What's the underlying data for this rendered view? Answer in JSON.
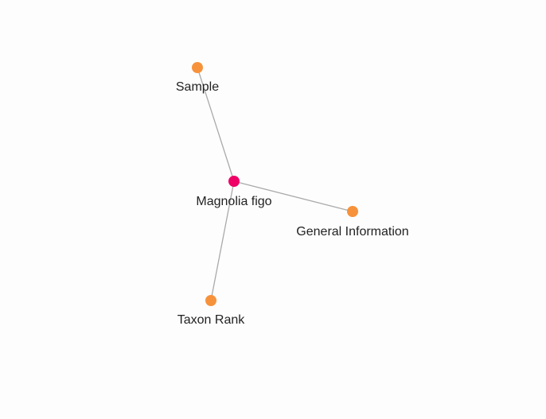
{
  "graph": {
    "nodes": [
      {
        "id": "center",
        "label": "Magnolia figo",
        "role": "focus",
        "color": "#ee0066"
      },
      {
        "id": "sample",
        "label": "Sample",
        "role": "related",
        "color": "#f7923c"
      },
      {
        "id": "general",
        "label": "General Information",
        "role": "related",
        "color": "#f7923c"
      },
      {
        "id": "taxon",
        "label": "Taxon Rank",
        "role": "related",
        "color": "#f7923c"
      }
    ],
    "edges": [
      {
        "from": "center",
        "to": "sample"
      },
      {
        "from": "center",
        "to": "general"
      },
      {
        "from": "center",
        "to": "taxon"
      }
    ],
    "edge_color": "#aaaaaa"
  }
}
